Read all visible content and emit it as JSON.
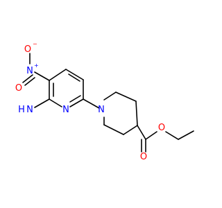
{
  "molecule": {
    "atoms": {
      "o_minus": {
        "label": "O",
        "charge": "−",
        "color": "#ff0000"
      },
      "n_plus": {
        "label": "N",
        "charge": "+",
        "color": "#0000ff"
      },
      "o_double": {
        "label": "O",
        "color": "#ff0000"
      },
      "amino_h": {
        "label": "H",
        "color": "#0000ff"
      },
      "amino_n": {
        "label": "N",
        "color": "#0000ff"
      },
      "py_n": {
        "label": "N",
        "color": "#0000ff"
      },
      "pip_n": {
        "label": "N",
        "color": "#0000ff"
      },
      "carbonyl_o": {
        "label": "O",
        "color": "#ff0000"
      },
      "ester_o": {
        "label": "O",
        "color": "#ff0000"
      }
    },
    "bond_color": "#000000"
  }
}
